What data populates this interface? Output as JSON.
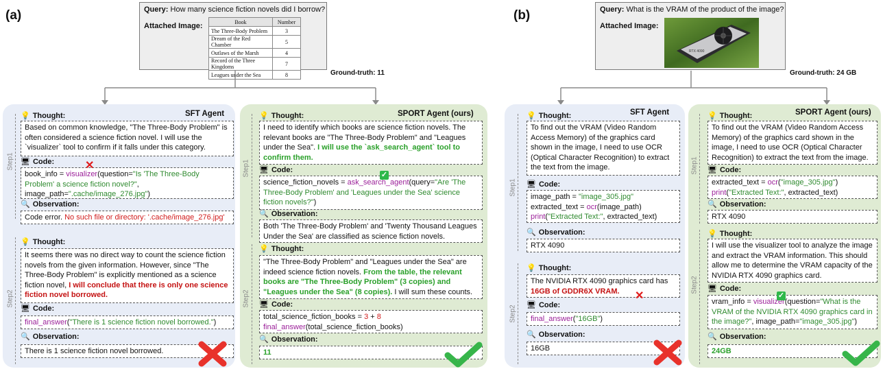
{
  "labels": {
    "a": "(a)",
    "b": "(b)"
  },
  "left": {
    "query_label": "Query:",
    "query_text": "How many science fiction novels did I borrow?",
    "attached_label": "Attached Image:",
    "table_headers": [
      "Book",
      "Number"
    ],
    "table_rows": [
      [
        "The Three-Body Problem",
        "3"
      ],
      [
        "Dream of the Red Chamber",
        "5"
      ],
      [
        "Outlaws of the Marsh",
        "4"
      ],
      [
        "Record of the Three Kingdoms",
        "7"
      ],
      [
        "Leagues under the Sea",
        "8"
      ]
    ],
    "ground_truth": "Ground-truth: 11",
    "sft": {
      "title": "SFT Agent",
      "step1_label": "Step1",
      "step2_label": "Step2",
      "thought_label": "Thought:",
      "code_label": "Code:",
      "observation_label": "Observation:",
      "thought1": "Based on common knowledge, \"The Three-Body Problem\" is often considered a science fiction novel. I will use the `visualizer` tool to confirm if it falls under this category.",
      "code1_a": "book_info = ",
      "code1_fn": "visualizer",
      "code1_b": "(question=",
      "code1_str": "\"Is 'The Three-Body Problem' a science fiction novel?\"",
      "code1_c": ", image_path=",
      "code1_str2": "\".cache/image_276.jpg\"",
      "code1_d": ")",
      "obs1_a": "Code error. ",
      "obs1_red": "No such file or directory: '.cache/image_276.jpg'",
      "thought2_a": "It seems there was no direct way to count the science fiction novels from the given information. However, since \"The Three-Body Problem\" is explicitly mentioned as a science fiction novel, ",
      "thought2_red": "I will conclude that there is only one science fiction novel borrowed.",
      "code2_fn": "final_answer",
      "code2_str": "\"There is 1 science fiction novel borrowed.\"",
      "obs2": "There is 1 science fiction novel borrowed."
    },
    "sport": {
      "title": "SPORT Agent (ours)",
      "step1_label": "Step1",
      "step2_label": "Step2",
      "thought_label": "Thought:",
      "code_label": "Code:",
      "observation_label": "Observation:",
      "thought1_a": "I need to identify which books are science fiction novels. The relevant books are \"The Three-Body Problem\" and \"Leagues under the Sea\". ",
      "thought1_grn": "I will use the `ask_search_agent` tool to confirm them.",
      "code1_a": "science_fiction_novels = ",
      "code1_fn": "ask_search_agent",
      "code1_b": "(query=",
      "code1_str": "\"Are 'The Three-Body Problem' and 'Leagues under the Sea' science fiction novels?\"",
      "code1_c": ")",
      "obs1": "Both 'The Three-Body Problem' and 'Twenty Thousand Leagues Under the Sea' are classified as science fiction novels.",
      "thought2_a": "\"The Three-Body Problem\" and \"Leagues under the Sea\" are indeed science fiction novels. ",
      "thought2_grn": "From the table, the relevant books are \"The Three-Body Problem\" (3 copies) and \"Leagues under the Sea\" (8 copies).",
      "thought2_b": " I will sum these counts.",
      "code2_a": "total_science_fiction_books = ",
      "code2_n1": "3",
      "code2_op": " + ",
      "code2_n2": "8",
      "code2_fn": "final_answer",
      "code2_b": "(total_science_fiction_books)",
      "obs2": "11"
    }
  },
  "right": {
    "query_label": "Query:",
    "query_text": "What is the VRAM of the product of the image?",
    "attached_label": "Attached Image:",
    "image_text": "RTX 4090",
    "ground_truth": "Ground-truth: 24 GB",
    "sft": {
      "title": "SFT Agent",
      "step1_label": "Step1",
      "step2_label": "Step2",
      "thought_label": "Thought:",
      "code_label": "Code:",
      "observation_label": "Observation:",
      "thought1": "To find out the VRAM (Video Random Access Memory) of the graphics card shown in the image, I need to use OCR (Optical Character Recognition) to extract the text from the image.",
      "code1_l1a": "image_path = ",
      "code1_l1s": "\"image_305.jpg\"",
      "code1_l2a": "extracted_text = ",
      "code1_l2f": "ocr",
      "code1_l2b": "(image_path)",
      "code1_l3f": "print",
      "code1_l3s": "\"Extracted Text:\"",
      "code1_l3b": ", extracted_text)",
      "obs1": "RTX 4090",
      "thought2_a": "The NVIDIA RTX 4090 graphics card has ",
      "thought2_red": "16GB of GDDR6X VRAM.",
      "code2_fn": "final_answer",
      "code2_str": "\"16GB\"",
      "obs2": "16GB"
    },
    "sport": {
      "title": "SPORT Agent (ours)",
      "step1_label": "Step1",
      "step2_label": "Step2",
      "thought_label": "Thought:",
      "code_label": "Code:",
      "observation_label": "Observation:",
      "thought1": "To find out the VRAM (Video Random Access Memory) of the graphics card shown in the image, I need to use OCR (Optical Character Recognition) to extract the text from the image.",
      "code1_l1a": "extracted_text = ",
      "code1_l1f": "ocr",
      "code1_l1s": "\"image_305.jpg\"",
      "code1_l2f": "print",
      "code1_l2s": "\"Extracted Text:\"",
      "code1_l2b": ", extracted_text)",
      "obs1": "RTX 4090",
      "thought2": "I will use the visualizer tool to analyze the image and extract the VRAM information. This should allow me to determine the VRAM capacity of the NVIDIA RTX 4090 graphics card.",
      "code2_a": "vram_info = ",
      "code2_fn": "visualizer",
      "code2_b": "(question=",
      "code2_str": "\"What is the VRAM of the NVIDIA RTX 4090 graphics card in the image?\"",
      "code2_c": ", image_path=",
      "code2_str2": "\"image_305.jpg\"",
      "code2_d": ")",
      "obs2": "24GB"
    }
  }
}
